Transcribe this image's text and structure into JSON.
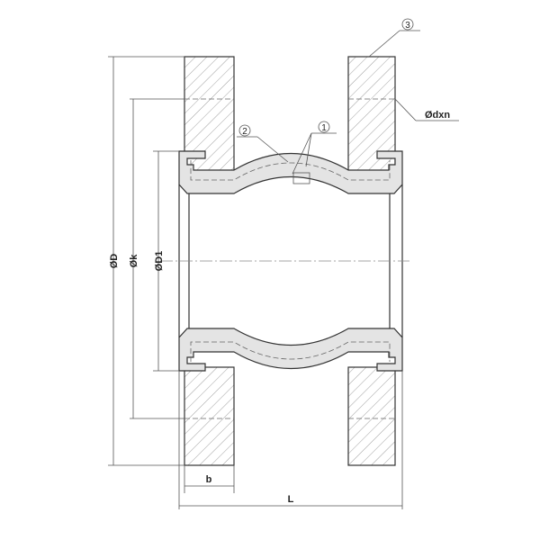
{
  "labels": {
    "outer_diameter": "ØD",
    "bolt_circle": "Øk",
    "inner_diameter": "ØD1",
    "bolt_hole": "Ødxn",
    "flange_thickness": "b",
    "length": "L"
  },
  "callouts": {
    "frame": "1",
    "rubber_body": "2",
    "flange": "3"
  },
  "colors": {
    "line": "#333333",
    "hatch": "#888888",
    "rubber_fill": "#e4e4e4"
  }
}
